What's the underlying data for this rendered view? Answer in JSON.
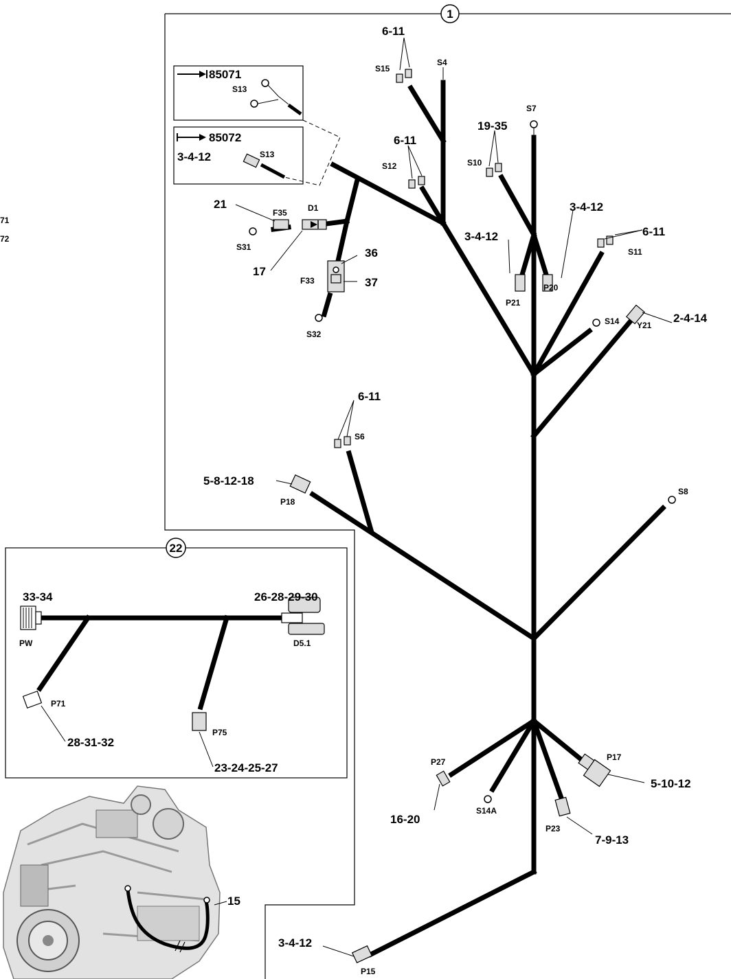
{
  "callouts": {
    "main_harness": "1",
    "sub_harness": "22"
  },
  "references": {
    "ref_85071": "85071",
    "ref_85072": "85072",
    "cut_71": "71",
    "cut_72": "72"
  },
  "labels": {
    "s4": "S4",
    "s7": "S7",
    "s8": "S8",
    "s6": "S6",
    "s10": "S10",
    "s11": "S11",
    "s12": "S12",
    "s13a": "S13",
    "s13b": "S13",
    "s14": "S14",
    "s14a": "S14A",
    "s15": "S15",
    "s31": "S31",
    "s32": "S32",
    "p15": "P15",
    "p17": "P17",
    "p18": "P18",
    "p20": "P20",
    "p21": "P21",
    "p23": "P23",
    "p27": "P27",
    "p71": "P71",
    "p75": "P75",
    "pw": "PW",
    "d51": "D5.1",
    "y21": "Y21",
    "f33": "F33",
    "f35": "F35",
    "d1": "D1"
  },
  "parts": {
    "n6_11_s15": "6-11",
    "n6_11_s12": "6-11",
    "n6_11_s11": "6-11",
    "n6_11_s6": "6-11",
    "n19_35": "19-35",
    "n3_4_12_s13": "3-4-12",
    "n3_4_12_p21": "3-4-12",
    "n3_4_12_p20": "3-4-12",
    "n3_4_12_p15": "3-4-12",
    "n2_4_14": "2-4-14",
    "n21": "21",
    "n17": "17",
    "n36": "36",
    "n37": "37",
    "n5_8_12_18": "5-8-12-18",
    "n33_34": "33-34",
    "n26_28_29_30": "26-28-29-30",
    "n28_31_32": "28-31-32",
    "n23_24_25_27": "23-24-25-27",
    "n16_20": "16-20",
    "n5_10_12": "5-10-12",
    "n7_9_13": "7-9-13",
    "n15": "15"
  }
}
